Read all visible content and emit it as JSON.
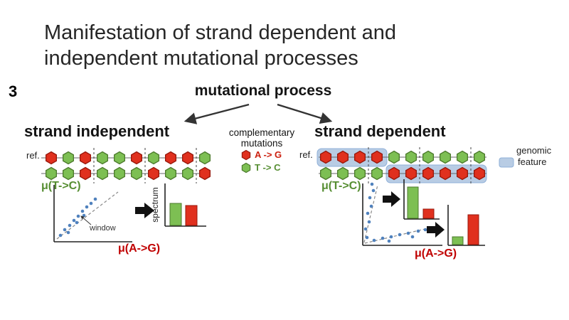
{
  "slide": {
    "title_lines": [
      "Manifestation of strand dependent and",
      "independent mutational processes"
    ],
    "page_number": "3"
  },
  "tree": {
    "root_label": "mutational process",
    "left_branch": "strand independent",
    "right_branch": "strand dependent"
  },
  "legend": {
    "heading_line1": "complementary",
    "heading_line2": "mutations",
    "items": [
      {
        "name": "A -> G",
        "color_key": "red"
      },
      {
        "name": "T -> C",
        "color_key": "green"
      }
    ]
  },
  "left_panel": {
    "ref_label": "ref.",
    "y_axis_label": "μ(T->C)",
    "x_axis_label": "μ(A->G)",
    "window_label": "window",
    "spectrum_label": "spectrum",
    "strand_top": [
      "red",
      "green",
      "red",
      "green",
      "green",
      "red",
      "green",
      "red",
      "red",
      "green"
    ],
    "strand_bottom": [
      "green",
      "green",
      "red",
      "green",
      "green",
      "green",
      "red",
      "green",
      "green",
      "red"
    ],
    "spectrum_bars": [
      {
        "color_key": "green",
        "value": 0.6
      },
      {
        "color_key": "red",
        "value": 0.54
      }
    ]
  },
  "right_panel": {
    "ref_label": "ref.",
    "y_axis_label": "μ(T->C)",
    "x_axis_label": "μ(A->G)",
    "feature_label_line1": "genomic",
    "feature_label_line2": "feature",
    "strand_top": [
      "red",
      "red",
      "red",
      "red",
      "green",
      "green",
      "green",
      "green",
      "green",
      "green"
    ],
    "strand_bottom": [
      "green",
      "green",
      "green",
      "green",
      "red",
      "red",
      "red",
      "red",
      "red",
      "red"
    ],
    "top_bars": [
      {
        "color_key": "green",
        "value": 0.85
      },
      {
        "color_key": "red",
        "value": 0.25
      }
    ],
    "bottom_bars": [
      {
        "color_key": "green",
        "value": 0.22
      },
      {
        "color_key": "red",
        "value": 0.8
      }
    ]
  },
  "colors": {
    "red": "#e0301e",
    "red_dark": "#97180c",
    "green": "#7dbf53",
    "green_dark": "#4c7a2c",
    "dot_blue": "#4f81bd",
    "highlight_blue": "#b8cce4",
    "arrow_black": "#111111"
  }
}
